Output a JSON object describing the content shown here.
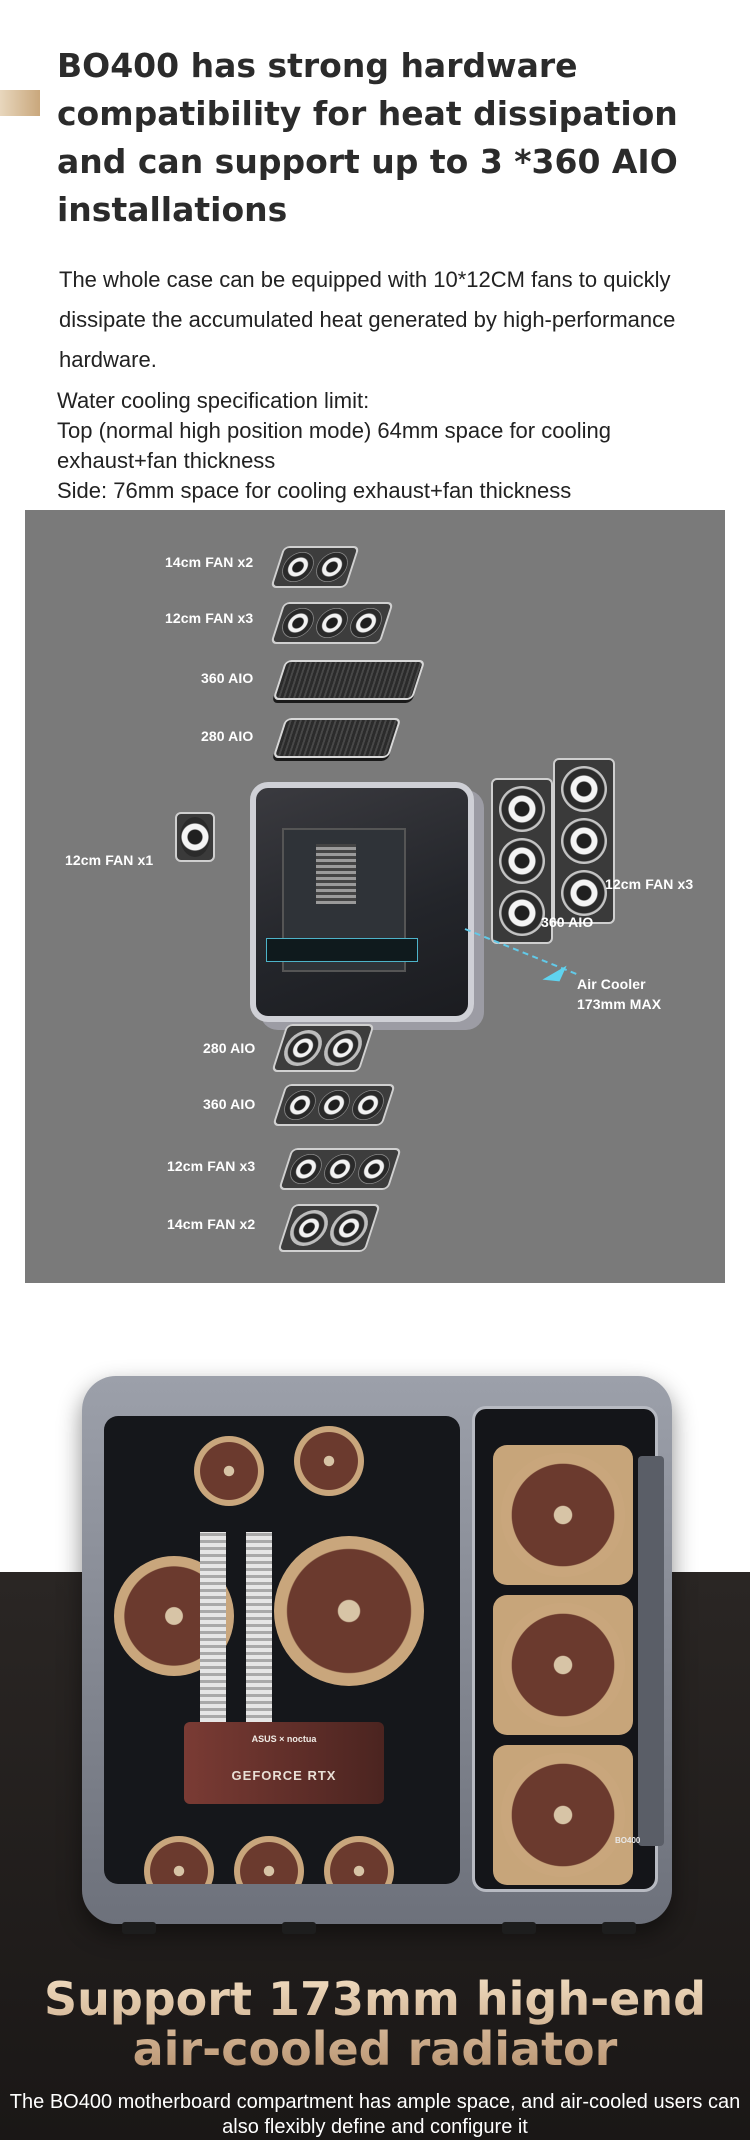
{
  "section_intro": {
    "heading": "BO400 has strong hardware compatibility for heat dissipation and can support up to 3 *360 AIO installations",
    "paragraph": "The whole case can be equipped with 10*12CM fans to quickly dissipate the accumulated heat generated by high-performance hardware.",
    "spec_title": "Water cooling specification limit:",
    "spec_top": "Top (normal high position mode) 64mm space for cooling exhaust+fan thickness",
    "spec_side": "Side: 76mm space for cooling exhaust+fan thickness",
    "accent_color": "#c9a77c"
  },
  "diagram": {
    "background_color": "#7a7a7a",
    "labels": {
      "top_fan_14": "14cm FAN x2",
      "top_fan_12": "12cm FAN x3",
      "top_aio_360": "360 AIO",
      "top_aio_280": "280 AIO",
      "rear_fan": "12cm FAN x1",
      "side_fan": "12cm FAN x3",
      "side_aio": "360 AIO",
      "air_cooler_line1": "Air Cooler",
      "air_cooler_line2": "173mm MAX",
      "bottom_aio_280": "280 AIO",
      "bottom_aio_360": "360 AIO",
      "bottom_fan_12": "12cm FAN x3",
      "bottom_fan_14": "14cm FAN x2"
    },
    "arrow_color": "#5fd3ef"
  },
  "feature": {
    "gpu_brand": "GEFORCE RTX",
    "gpu_logo": "ASUS × noctua",
    "case_badge": "BO400",
    "title_line1": "Support 173mm high-end",
    "title_line2": "air-cooled radiator",
    "description": "The BO400 motherboard compartment has ample space, and air-cooled users can also flexibly define and configure it",
    "title_color": "#dcc3a0"
  }
}
